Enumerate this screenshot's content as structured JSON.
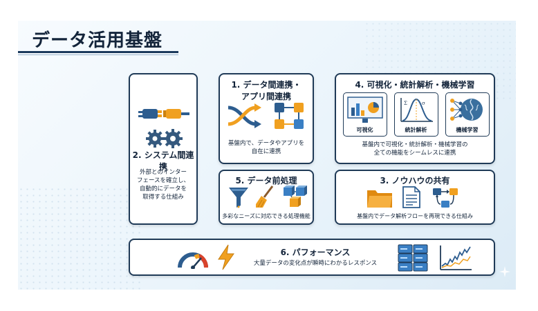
{
  "page_title": "データ活用基盤",
  "system": {
    "heading": "2. システム間連携",
    "desc_lines": [
      "外部とのインター",
      "フェースを確立し、",
      "自動的にデータを",
      "取得する仕組み"
    ]
  },
  "data_app": {
    "heading_lines": [
      "1. データ間連携・",
      "アプリ間連携"
    ],
    "desc_lines": [
      "基盤内で、データやアプリを",
      "自在に連携"
    ]
  },
  "analytics": {
    "heading": "4. 可視化・統計解析・機械学習",
    "panels": [
      "可視化",
      "統計解析",
      "機械学習"
    ],
    "desc_lines": [
      "基盤内で可視化・統計解析・機械学習の",
      "全ての機能をシームレスに連携"
    ]
  },
  "preprocess": {
    "heading": "5. データ前処理",
    "desc": "多彩なニーズに対応できる処理機能"
  },
  "knowhow": {
    "heading": "3. ノウハウの共有",
    "desc": "基盤内でデータ解析フローを再現できる仕組み"
  },
  "performance": {
    "heading": "6. パフォーマンス",
    "desc": "大量データの変化点が瞬時にわかるレスポンス"
  },
  "colors": {
    "navy": "#1f3a57",
    "orange": "#f0a020",
    "blue": "#3a7fc4"
  }
}
